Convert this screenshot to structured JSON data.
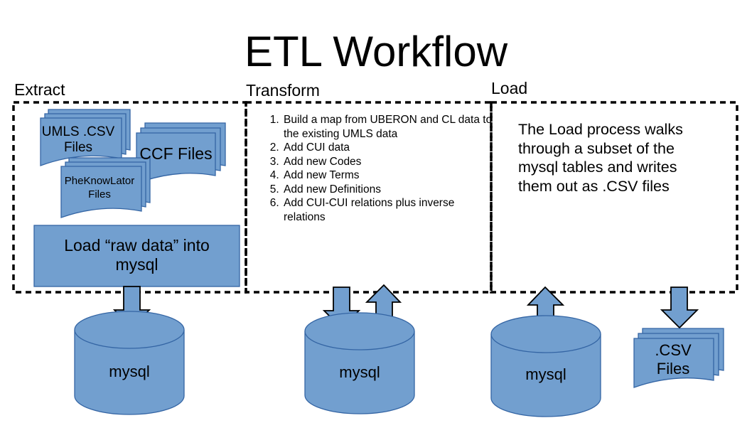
{
  "title": "ETL Workflow",
  "sections": {
    "extract": {
      "label": "Extract",
      "file_stacks": [
        "UMLS .CSV Files",
        "CCF Files",
        "PheKnowLator Files"
      ],
      "process_box": "Load “raw data” into mysql"
    },
    "transform": {
      "label": "Transform",
      "steps": [
        "Build a map from UBERON and CL data to the existing UMLS data",
        "Add CUI data",
        "Add new Codes",
        "Add new Terms",
        "Add new Definitions",
        "Add CUI-CUI relations plus inverse relations"
      ]
    },
    "load": {
      "label": "Load",
      "description": "The Load process walks through a subset of the mysql tables and writes them out as .CSV files",
      "output_files": ".CSV Files"
    }
  },
  "databases": [
    "mysql",
    "mysql",
    "mysql"
  ],
  "colors": {
    "fill": "#729fcf",
    "stroke": "#3465a4",
    "text": "#000000",
    "border": "#000000"
  }
}
